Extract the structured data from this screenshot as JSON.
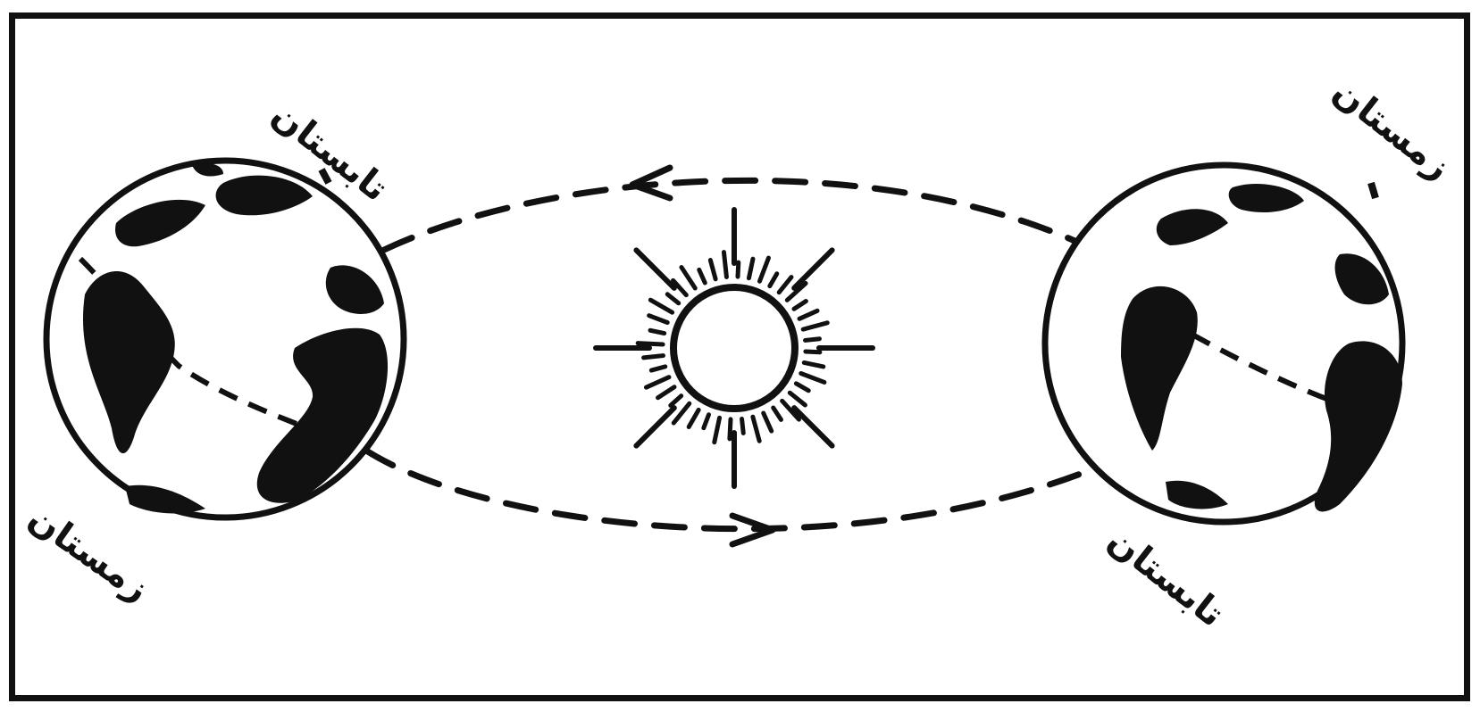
{
  "diagram": {
    "labels": {
      "left_top": "تابستان",
      "left_bottom": "زمستان",
      "right_top": "زمستان",
      "right_bottom": "تابستان"
    },
    "colors": {
      "ink": "#111111",
      "background": "#ffffff"
    },
    "icons": {
      "sun": "sun-icon",
      "left_earth": "earth-globe-icon",
      "right_earth": "earth-globe-icon",
      "orbit_arrow_top": "arrow-left-icon",
      "orbit_arrow_bottom": "arrow-right-icon"
    }
  }
}
